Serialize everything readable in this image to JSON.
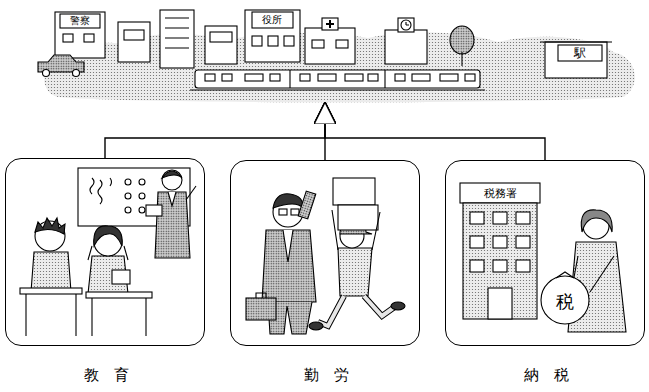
{
  "diagram": {
    "nodes": [
      {
        "text": [
          "警察",
          "役所",
          "駅"
        ]
      },
      {
        "text": [
          "教育"
        ]
      },
      {
        "text": [
          "勤労"
        ]
      },
      {
        "text": [
          "納税"
        ]
      }
    ],
    "edges": [
      {
        "from": 1,
        "to": 0,
        "arrow": "to"
      },
      {
        "from": 2,
        "to": 0,
        "arrow": "to"
      },
      {
        "from": 3,
        "to": 0,
        "arrow": "to"
      }
    ],
    "labels": [
      "税務署",
      "税"
    ]
  }
}
